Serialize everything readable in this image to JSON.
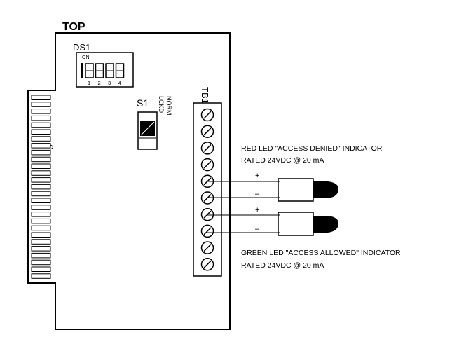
{
  "board": {
    "top_label": "TOP",
    "dip_switch": {
      "label": "DS1",
      "on_label": "ON",
      "positions": [
        "1",
        "2",
        "3",
        "4"
      ]
    },
    "slide_switch": {
      "label": "S1",
      "norm_label": "NORM",
      "lckd_label": "LCKD"
    },
    "terminal_block": {
      "label": "TB1",
      "terminal_count": 10
    }
  },
  "red_led": {
    "title": "RED LED \"ACCESS DENIED\" INDICATOR",
    "rating": "RATED 24VDC @ 20 mA",
    "plus": "+",
    "minus": "–"
  },
  "green_led": {
    "title": "GREEN LED \"ACCESS ALLOWED\" INDICATOR",
    "rating": "RATED 24VDC @ 20 mA",
    "plus": "+",
    "minus": "–"
  },
  "colors": {
    "ink": "#000000",
    "background": "#ffffff"
  }
}
